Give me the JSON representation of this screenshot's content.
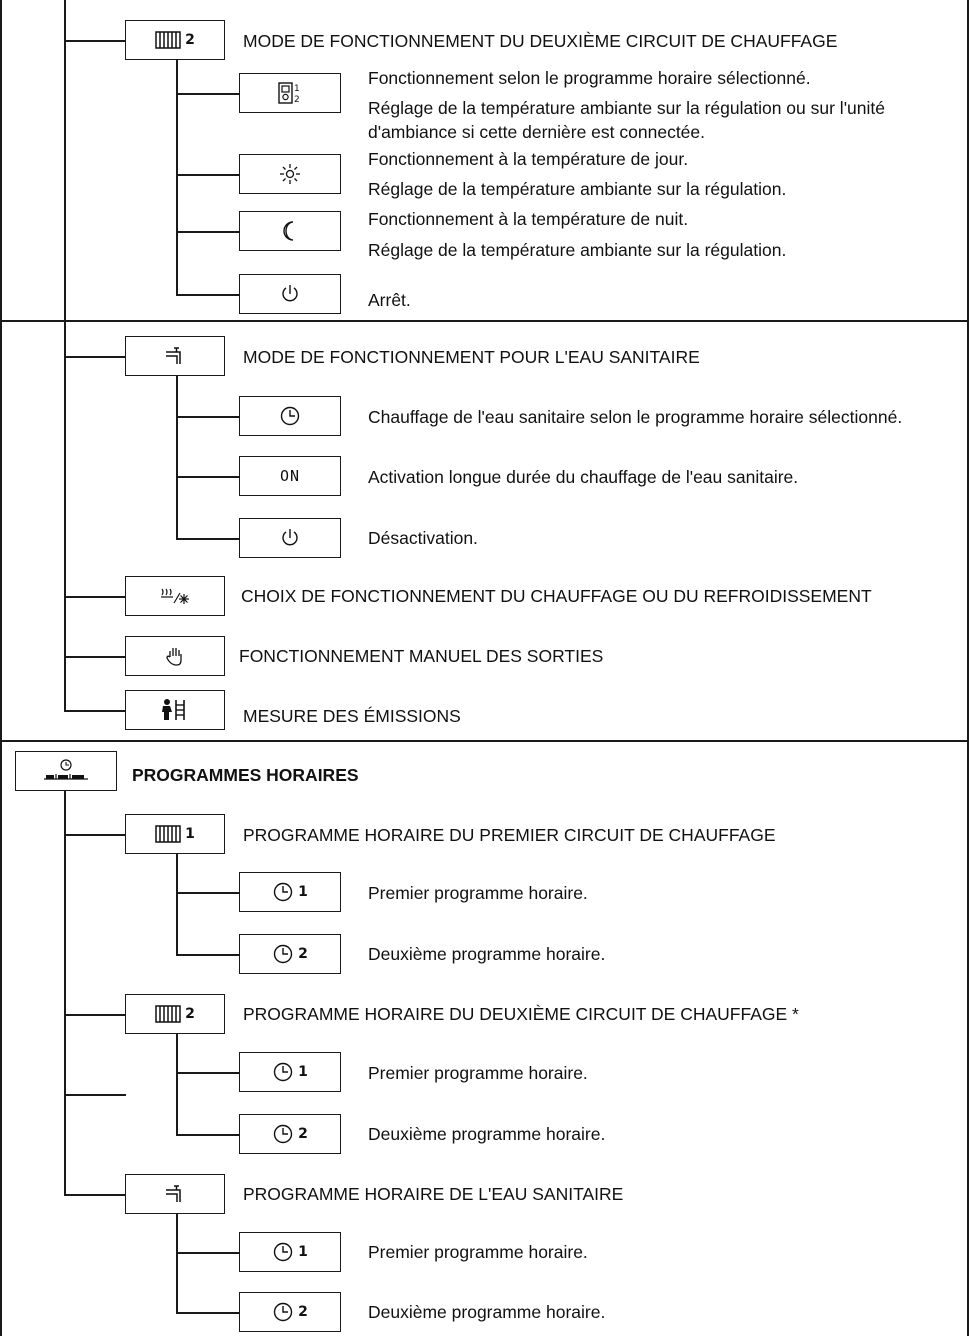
{
  "sections": [
    {
      "title": "MODE DE FONCTIONNEMENT DU DEUXIÈME CIRCUIT DE CHAUFFAGE",
      "icon": "radiator-2-icon",
      "circuit_number": "2",
      "options": [
        {
          "icon": "program-selector-icon",
          "lines": [
            "Fonctionnement selon le programme horaire sélectionné.",
            "Réglage de la température ambiante sur la régulation ou sur l'unité d'ambiance si cette dernière est connectée."
          ]
        },
        {
          "icon": "sun-icon",
          "lines": [
            "Fonctionnement à la température de jour.",
            "Réglage de la température ambiante sur la régulation."
          ]
        },
        {
          "icon": "moon-icon",
          "lines": [
            "Fonctionnement à la température de nuit.",
            "Réglage de la température ambiante sur la régulation."
          ]
        },
        {
          "icon": "power-icon",
          "lines": [
            "Arrêt."
          ]
        }
      ]
    },
    {
      "title": "MODE DE FONCTIONNEMENT POUR L'EAU SANITAIRE",
      "icon": "tap-icon",
      "options": [
        {
          "icon": "clock-icon",
          "text": "Chauffage de l'eau sanitaire selon le programme horaire sélectionné."
        },
        {
          "icon": "on-label",
          "label": "ON",
          "text": "Activation longue durée du chauffage de l'eau sanitaire."
        },
        {
          "icon": "power-icon",
          "text": "Désactivation."
        }
      ]
    },
    {
      "title": "CHOIX DE FONCTIONNEMENT DU CHAUFFAGE OU DU REFROIDISSEMENT",
      "icon": "heat-cool-icon"
    },
    {
      "title": "FONCTIONNEMENT MANUEL DES SORTIES",
      "icon": "hand-icon"
    },
    {
      "title": "MESURE DES ÉMISSIONS",
      "icon": "chimney-sweep-icon"
    }
  ],
  "programs": {
    "title": "PROGRAMMES HORAIRES",
    "icon": "time-programs-icon",
    "groups": [
      {
        "title": "PROGRAMME HORAIRE DU PREMIER CIRCUIT DE CHAUFFAGE",
        "icon": "radiator-1-icon",
        "circuit_number": "1",
        "items": [
          {
            "num": "1",
            "text": "Premier programme horaire."
          },
          {
            "num": "2",
            "text": "Deuxième programme horaire."
          }
        ]
      },
      {
        "title": "PROGRAMME HORAIRE DU DEUXIÈME CIRCUIT DE CHAUFFAGE *",
        "icon": "radiator-2-icon",
        "circuit_number": "2",
        "items": [
          {
            "num": "1",
            "text": "Premier programme horaire."
          },
          {
            "num": "2",
            "text": "Deuxième programme horaire."
          }
        ]
      },
      {
        "title": "PROGRAMME HORAIRE DE L'EAU SANITAIRE",
        "icon": "tap-icon",
        "items": [
          {
            "num": "1",
            "text": "Premier programme horaire."
          },
          {
            "num": "2",
            "text": "Deuxième programme horaire."
          }
        ]
      }
    ]
  }
}
